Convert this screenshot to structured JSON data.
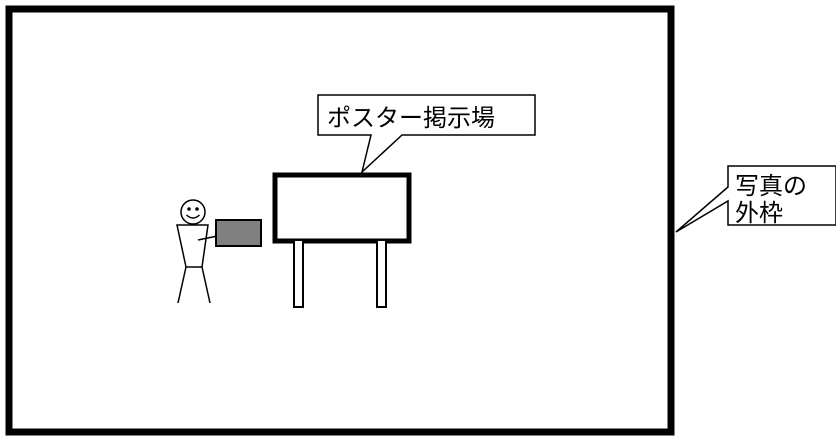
{
  "callouts": {
    "poster_board": {
      "label": "ポスター掲示場"
    },
    "photo_frame": {
      "line1": "写真の",
      "line2": "外枠"
    }
  },
  "colors": {
    "stroke": "#000000",
    "background": "#ffffff",
    "parcel_fill": "#808080"
  },
  "icons": {
    "person": "stick-figure",
    "face": "smiley-face",
    "parcel": "gray-box"
  }
}
